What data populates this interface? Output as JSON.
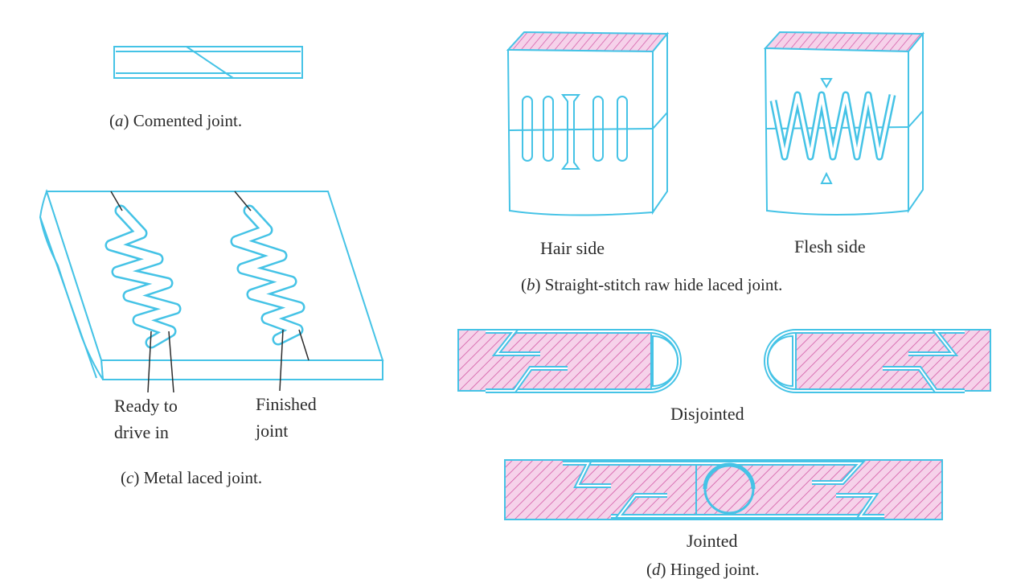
{
  "colors": {
    "line": "#45c3e6",
    "hatch_fill": "#f6d2ea",
    "hatch_line": "#d35aa6",
    "leader": "#2b2b2b",
    "text": "#2b2b2b"
  },
  "figure_a": {
    "caption_letter": "a",
    "caption_text": "Comented joint."
  },
  "figure_b": {
    "hair_side_label": "Hair side",
    "flesh_side_label": "Flesh side",
    "caption_letter": "b",
    "caption_text": "Straight-stitch raw hide laced joint."
  },
  "figure_c": {
    "ready_label": [
      "Ready to",
      "drive in"
    ],
    "finished_label": [
      "Finished",
      "joint"
    ],
    "caption_letter": "c",
    "caption_text": "Metal laced joint."
  },
  "figure_d": {
    "disjointed_label": "Disjointed",
    "jointed_label": "Jointed",
    "caption_letter": "d",
    "caption_text": "Hinged joint."
  }
}
